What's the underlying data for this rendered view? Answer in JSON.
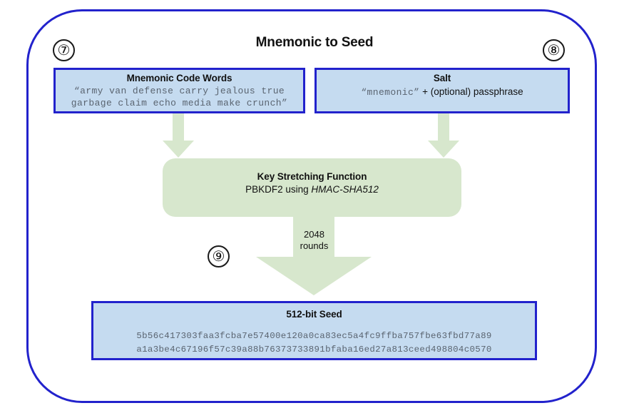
{
  "diagram": {
    "title": "Mnemonic to Seed",
    "frame_color": "#2222cc",
    "box_fill": "#c5dbf0",
    "green_fill": "#d7e7cd"
  },
  "steps": {
    "mnemonic_number": "⑦",
    "salt_number": "⑧",
    "seed_number": "⑨"
  },
  "mnemonic": {
    "heading": "Mnemonic Code Words",
    "value": "“army van defense carry jealous true\ngarbage claim echo media make crunch”"
  },
  "salt": {
    "heading": "Salt",
    "quoted": "“mnemonic”",
    "plus": "+",
    "rest": "(optional) passphrase"
  },
  "key_stretching": {
    "heading": "Key Stretching Function",
    "prefix": "PBKDF2 using ",
    "algorithm": "HMAC-SHA512"
  },
  "rounds": {
    "label": "2048\nrounds",
    "count": "2048"
  },
  "seed": {
    "heading": "512-bit Seed",
    "value": "5b56c417303faa3fcba7e57400e120a0ca83ec5a4fc9ffba757fbe63fbd77a89\na1a3be4c67196f57c39a88b76373733891bfaba16ed27a813ceed498804c0570"
  },
  "icons": {
    "arrow_down": "down-arrow-icon"
  }
}
